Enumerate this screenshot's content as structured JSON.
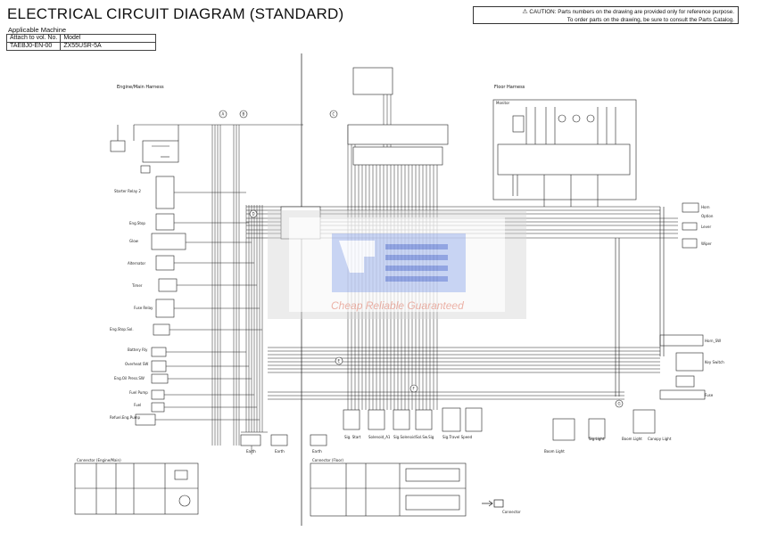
{
  "header": {
    "title": "ELECTRICAL CIRCUIT DIAGRAM (STANDARD)",
    "applicable_label": "Applicable Machine",
    "meta_table": {
      "row1": [
        "Attach to vol. No.",
        "Model"
      ],
      "row2": [
        "TAEBJ0-EN-00",
        "ZX55USR-5A"
      ]
    },
    "caution_line1": "CAUTION: Parts numbers on the drawing are provided only for reference purpose.",
    "caution_line2": "To order parts on the drawing, be sure to consult the Parts Catalog.",
    "caution_icon": "warning-triangle-icon"
  },
  "diagram": {
    "section_left": "Engine/Main Harness",
    "section_right": "Floor Harness",
    "left_components": [
      "Starter Relay 2",
      "Eng.Stop",
      "Glow",
      "Alternator",
      "Timer",
      "Fuse Relay",
      "Eng.Stop.Sol.",
      "Battery Rly",
      "Overheat SW",
      "Eng.Oil Press.SW",
      "Fuel Pump",
      "Fuel",
      "Refuel.Eng.Pump"
    ],
    "bottom_right_components": [
      "Sig. Start",
      "Solenoid_A1",
      "Sig.Solenoid",
      "Sol.Sw.Sig",
      "Sig.Travel Speed",
      "Boom Light",
      "Sig.Light",
      "Boom Light",
      "Canopy Light"
    ],
    "right_components": [
      "Horn",
      "Option",
      "Lever",
      "Wiper",
      "Horn_SW",
      "Key Switch",
      "Fuse"
    ],
    "monitor_label": "Monitor",
    "ground_labels": [
      "Earth",
      "Earth",
      "Earth"
    ],
    "connector_box_left": "Connector (Engine/Main)",
    "connector_box_right": "Connector (Floor)",
    "connector_arrow_label": "Connector",
    "connection_markers": [
      "A",
      "B",
      "C",
      "D",
      "E",
      "F",
      "G"
    ]
  },
  "watermark": {
    "tagline": "Cheap Reliable Guaranteed"
  }
}
